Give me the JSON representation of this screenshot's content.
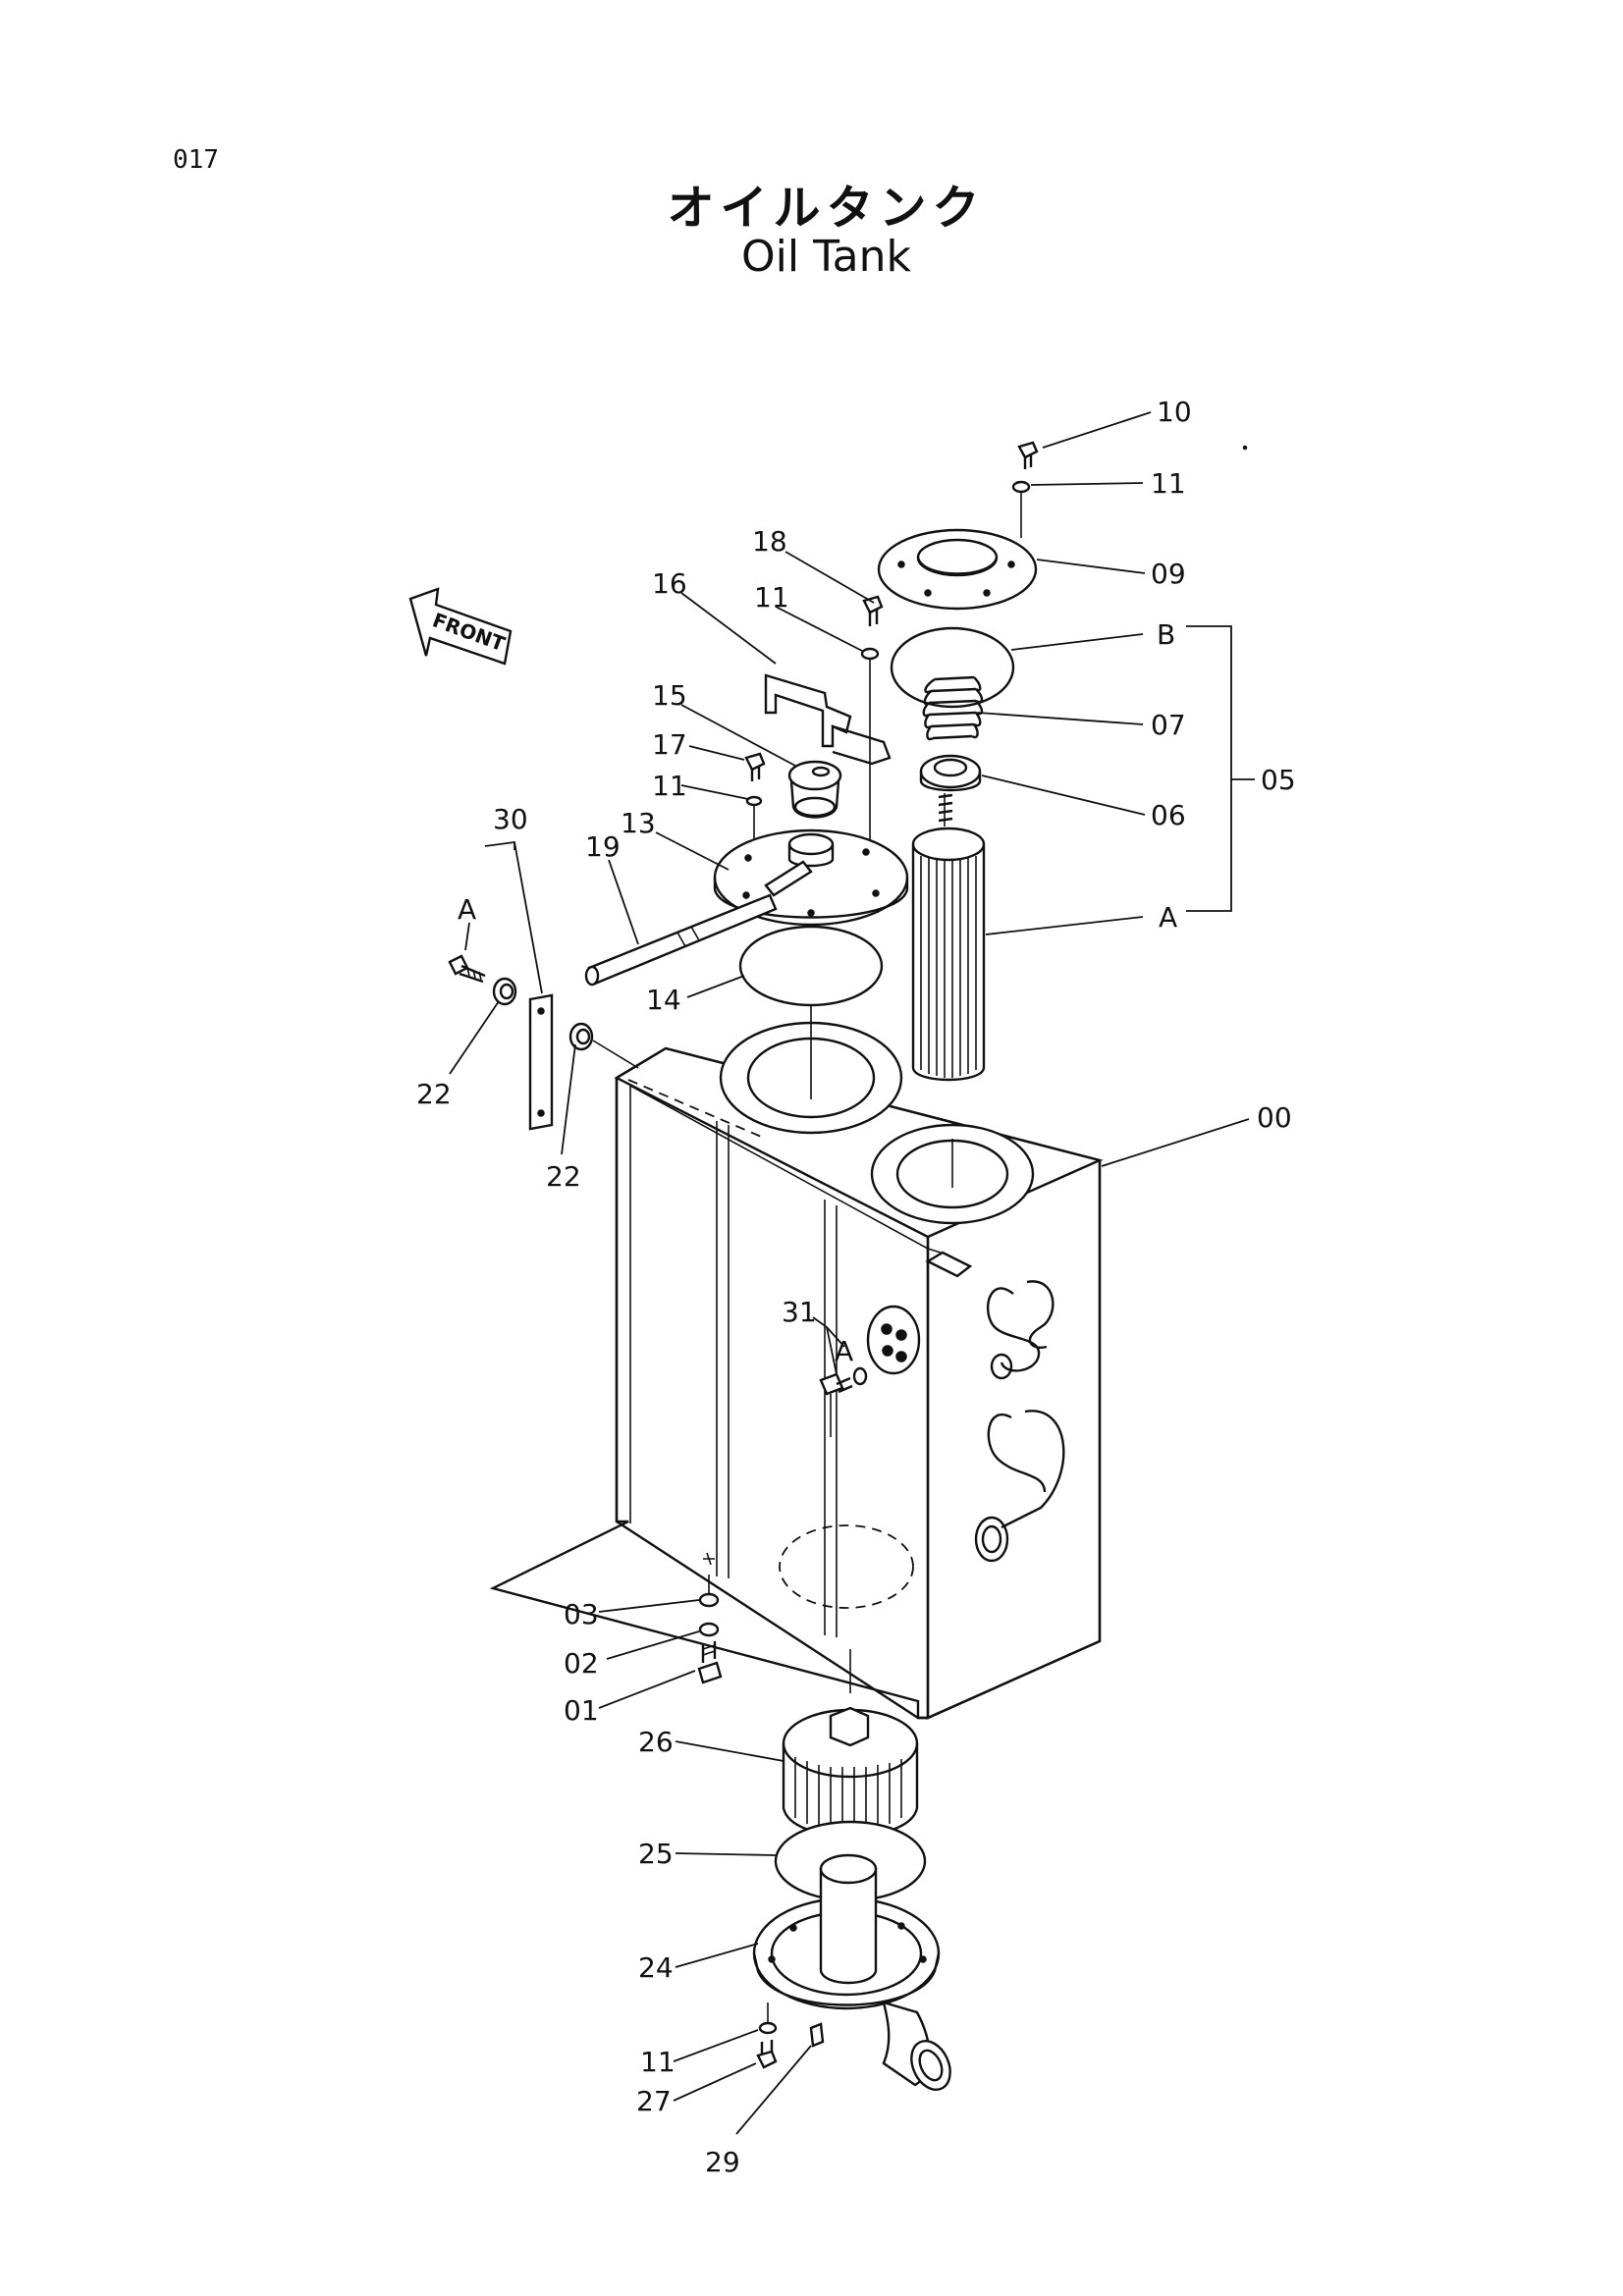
{
  "header": {
    "page_number": "017",
    "title_jp": "オイルタンク",
    "title_en": "Oil Tank"
  },
  "front_arrow": {
    "label": "FRONT"
  },
  "callouts": {
    "p10": "10",
    "p11a": "11",
    "p09": "09",
    "pB": "B",
    "p07": "07",
    "p05": "05",
    "p06": "06",
    "pA1": "A",
    "p18": "18",
    "p11b": "11",
    "p16": "16",
    "p15": "15",
    "p17": "17",
    "p11c": "11",
    "p13": "13",
    "p19": "19",
    "p30": "30",
    "pA2": "A",
    "p14": "14",
    "p22a": "22",
    "p22b": "22",
    "p00": "00",
    "p31": "31",
    "pA3": "A",
    "p03": "03",
    "p02": "02",
    "p01": "01",
    "p26": "26",
    "p25": "25",
    "p24": "24",
    "p11d": "11",
    "p27": "27",
    "p29": "29"
  }
}
